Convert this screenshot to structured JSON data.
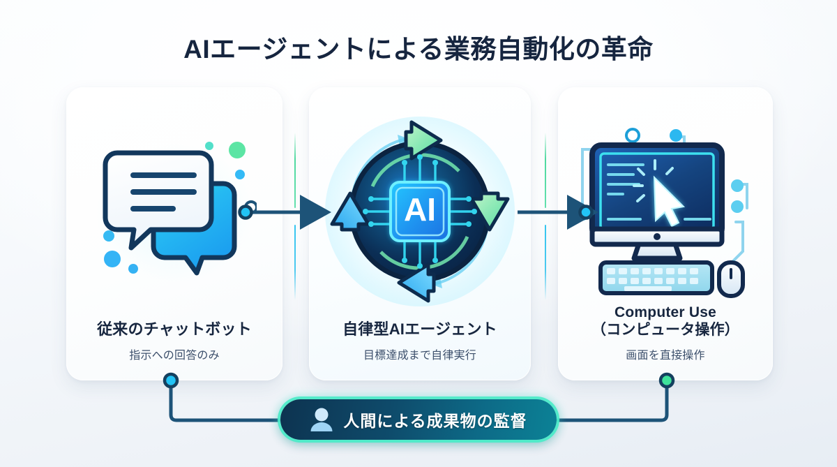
{
  "title": "AIエージェントによる業務自動化の革命",
  "cards": [
    {
      "id": "chatbot",
      "title": "従来のチャットボット",
      "subtitle": "指示への回答のみ",
      "icon": "chat-bubbles-icon"
    },
    {
      "id": "ai-agent",
      "title": "自律型AIエージェント",
      "subtitle": "目標達成まで自律実行",
      "icon": "ai-chip-cycle-icon",
      "chip_label": "AI"
    },
    {
      "id": "computer-use",
      "title": "Computer Use",
      "title_line2": "（コンピュータ操作）",
      "subtitle": "画面を直接操作",
      "icon": "desktop-computer-icon"
    }
  ],
  "footer": {
    "label": "人間による成果物の監督",
    "icon": "person-icon"
  },
  "connectors": [
    {
      "name": "arrow-chatbot-to-agent",
      "from": "chatbot",
      "to": "ai-agent",
      "style": "arrow-right"
    },
    {
      "name": "arrow-agent-to-computer",
      "from": "ai-agent",
      "to": "computer-use",
      "style": "arrow-right"
    },
    {
      "name": "wire-chatbot-to-footer",
      "from": "chatbot",
      "to": "footer",
      "style": "elbow"
    },
    {
      "name": "wire-computer-to-footer",
      "from": "computer-use",
      "to": "footer",
      "style": "elbow"
    }
  ],
  "colors": {
    "ink": "#16253f",
    "line": "#1d5378",
    "node_cyan": "#22c3f5",
    "node_green": "#3fe39b",
    "accent_cyan": "#4cc9f0",
    "accent_green": "#4fd9a0",
    "pill_glow": "#4bebc8",
    "card_bg": "#ffffff",
    "background": "#eef2f7"
  }
}
